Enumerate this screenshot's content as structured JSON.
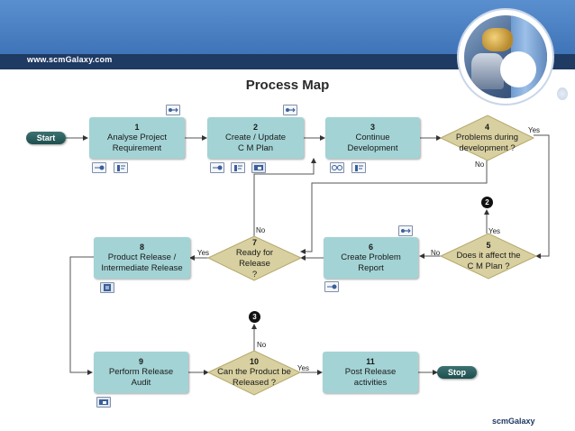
{
  "header": {
    "url": "www.scmGalaxy.com"
  },
  "title": "Process Map",
  "footer": "scmGalaxy",
  "terminals": {
    "start": "Start",
    "stop": "Stop"
  },
  "nodes": {
    "n1": {
      "num": "1",
      "line1": "Analyse Project",
      "line2": "Requirement"
    },
    "n2": {
      "num": "2",
      "line1": "Create / Update",
      "line2": "C M Plan"
    },
    "n3": {
      "num": "3",
      "line1": "Continue",
      "line2": "Development"
    },
    "n6": {
      "num": "6",
      "line1": "Create Problem",
      "line2": "Report"
    },
    "n8": {
      "num": "8",
      "line1": "Product Release /",
      "line2": "Intermediate Release"
    },
    "n9": {
      "num": "9",
      "line1": "Perform Release",
      "line2": "Audit"
    },
    "n11": {
      "num": "11",
      "line1": "Post Release",
      "line2": "activities"
    }
  },
  "decisions": {
    "d4": {
      "num": "4",
      "line1": "Problems during",
      "line2": "development ?"
    },
    "d5": {
      "num": "5",
      "line1": "Does it affect the",
      "line2": "C M Plan ?"
    },
    "d7": {
      "num": "7",
      "line1": "Ready for",
      "line2": "Release",
      "line3": "?"
    },
    "d10": {
      "num": "10",
      "line1": "Can the Product be",
      "line2": "Released ?"
    }
  },
  "connectors": {
    "c2": "2",
    "c3": "3"
  },
  "labels": {
    "yes_d4": "Yes",
    "no_d4": "No",
    "yes_d5": "Yes",
    "no_d5": "No",
    "yes_d7": "Yes",
    "no_d7": "No",
    "yes_d10": "Yes",
    "no_d10": "No"
  },
  "icons": {
    "n1_top": "connector-link-icon",
    "n1_a": "sequence-icon",
    "n1_b": "document-icon",
    "n2_top": "connector-link-icon",
    "n2_a": "sequence-icon",
    "n2_b": "document-icon",
    "n2_c": "image-icon",
    "n3_a": "process-icon",
    "n3_b": "document-icon",
    "n6_top": "connector-link-icon",
    "n6_a": "sequence-icon",
    "n8_a": "page-icon",
    "n9_a": "image-icon"
  },
  "colors": {
    "process_fill": "#a3d3d5",
    "decision_fill": "#d8d0a0",
    "terminal_fill": "#2e6060",
    "header": "#3f74b8",
    "subbar": "#1f3a63"
  }
}
